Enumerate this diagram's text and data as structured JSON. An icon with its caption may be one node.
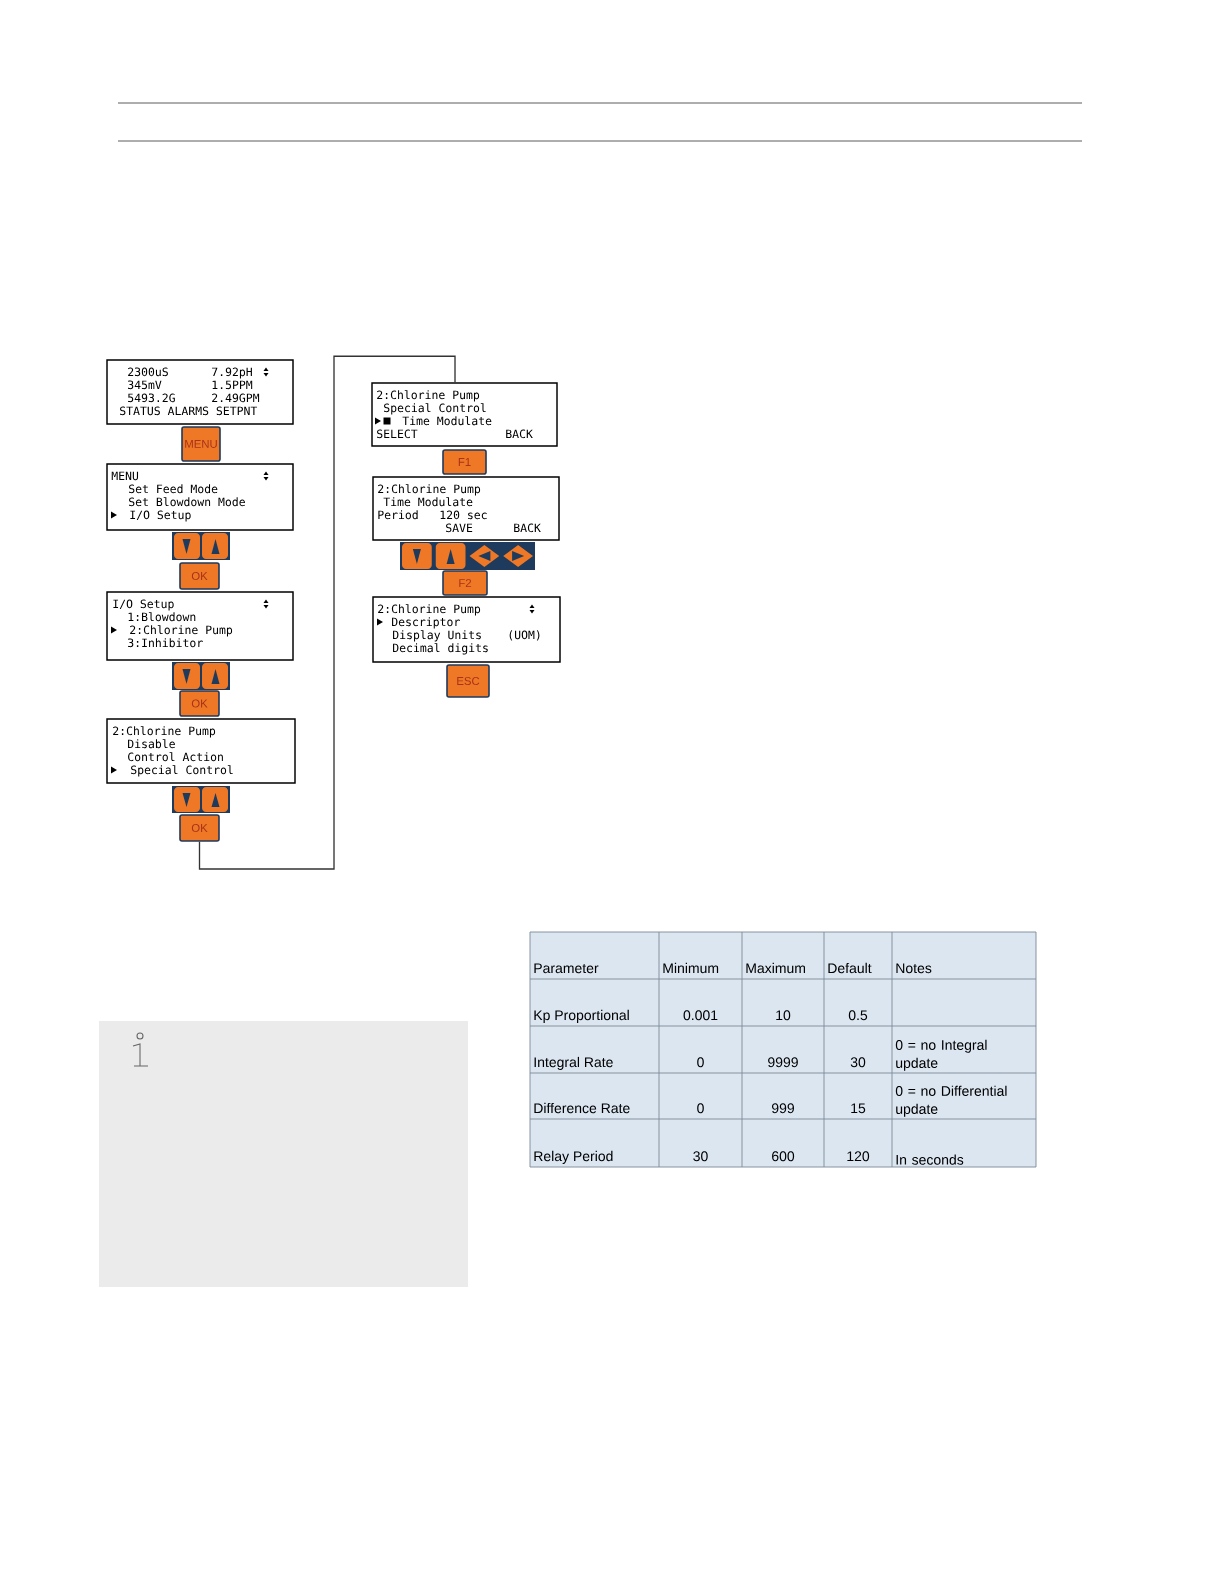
{
  "diagram": {
    "nodes": [
      {
        "text": [
          "2300uS",
          "7.92pH",
          "345mV",
          "1.5PPM",
          "5493.2G",
          "2.49GPM",
          "STATUS ALARMS SETPNT"
        ]
      },
      {
        "text": [
          "MENU"
        ]
      },
      {
        "text": [
          "MENU",
          "Set Feed Mode",
          "Set Blowdown Mode",
          "I/O Setup"
        ]
      },
      {
        "text": [
          "OK"
        ]
      },
      {
        "text": [
          "I/O Setup",
          "1:Blowdown",
          "2:Chlorine Pump",
          "3:Inhibitor"
        ]
      },
      {
        "text": [
          "OK"
        ]
      },
      {
        "text": [
          "2:Chlorine Pump",
          "Disable",
          "Control Action",
          "Special Control"
        ]
      },
      {
        "text": [
          "OK"
        ]
      },
      {
        "text": [
          "2:Chlorine Pump",
          "Special Control",
          "Time Modulate",
          "SELECT",
          "BACK"
        ]
      },
      {
        "text": [
          "F1"
        ]
      },
      {
        "text": [
          "2:Chlorine Pump",
          "Time Modulate",
          "Period",
          "120 sec",
          "SAVE",
          "BACK"
        ]
      },
      {
        "text": [
          "F2"
        ]
      },
      {
        "text": [
          "2:Chlorine Pump",
          "Descriptor",
          "Display Units",
          "(UOM)",
          "Decimal digits"
        ]
      },
      {
        "text": [
          "ESC"
        ]
      }
    ],
    "edges": [
      {
        "from": 7,
        "to": 8,
        "arrow": "none"
      }
    ],
    "labels": [
      "Parameter",
      "Minimum",
      "Maximum",
      "Default",
      "Notes",
      "Kp Proportional",
      "0.001",
      "10",
      "0.5",
      "Integral Rate",
      "0",
      "9999",
      "30",
      "0 = no Integral update",
      "Difference Rate",
      "0",
      "999",
      "15",
      "0 = no Differential update",
      "Relay Period",
      "30",
      "600",
      "120",
      "In seconds"
    ]
  }
}
